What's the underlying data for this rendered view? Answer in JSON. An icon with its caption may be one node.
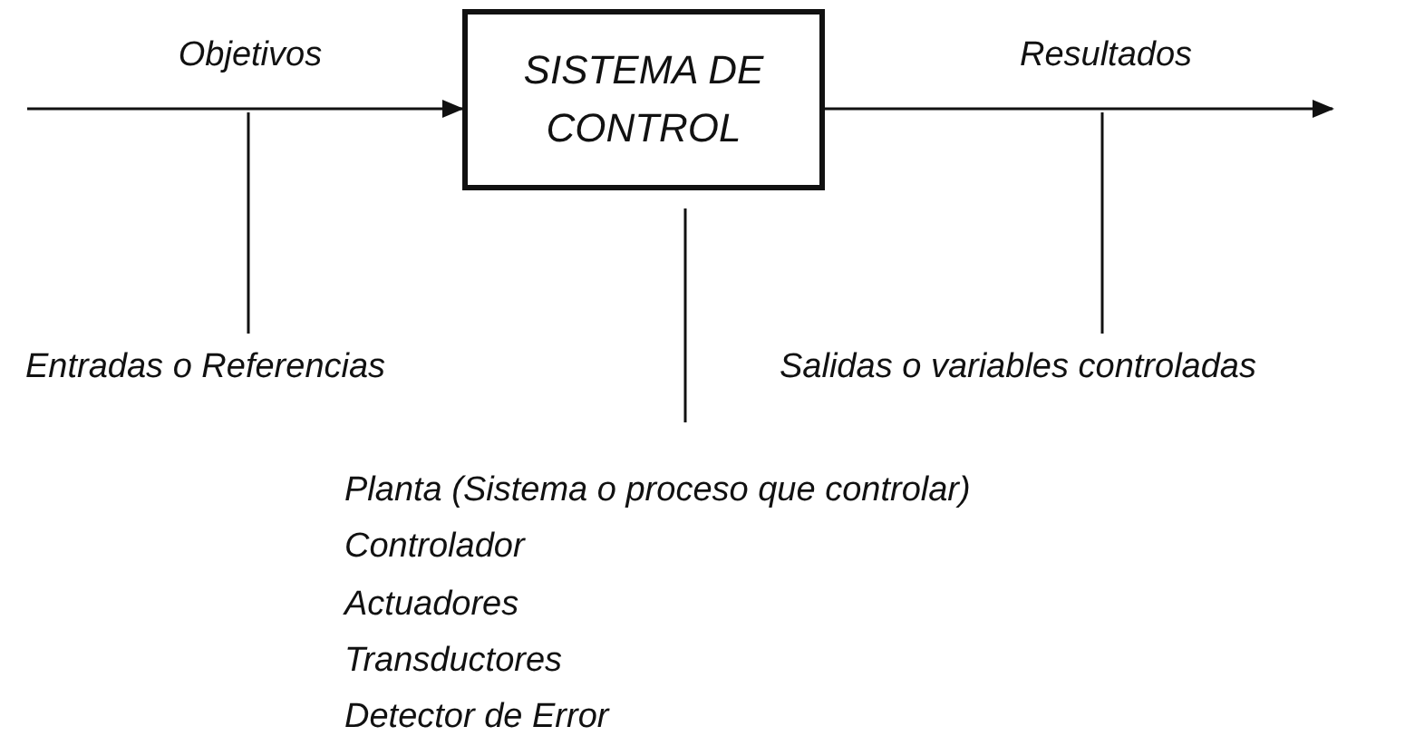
{
  "diagram": {
    "nodes": [
      {
        "text": [
          "SISTEMA DE CONTROL"
        ]
      },
      {
        "text": [
          "Entradas o Referencias"
        ]
      },
      {
        "text": [
          "Salidas o variables controladas"
        ]
      },
      {
        "text": [
          "Planta (Sistema o proceso que controlar)",
          "Controlador",
          "Actuadores",
          "Transductores",
          "Detector de Error"
        ]
      }
    ],
    "edges": [
      {
        "from": null,
        "to": 0,
        "arrow": "to",
        "label": "Objetivos"
      },
      {
        "from": 0,
        "to": null,
        "arrow": "to",
        "label": "Resultados"
      },
      {
        "from": 1,
        "to": null,
        "arrow": "none"
      },
      {
        "from": 2,
        "to": null,
        "arrow": "none"
      },
      {
        "from": 3,
        "to": 0,
        "arrow": "none"
      }
    ]
  }
}
